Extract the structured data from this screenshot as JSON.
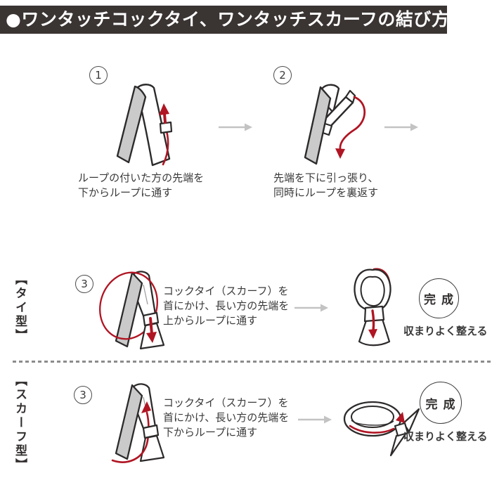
{
  "header": {
    "title": "●ワンタッチコックタイ、ワンタッチスカーフの結び方"
  },
  "colors": {
    "header_bg": "#3a3433",
    "outline": "#2d2a2a",
    "shade_gray": "#cacaca",
    "accent_red": "#b01523",
    "arrow_gray": "#c3c3c3",
    "text": "#3a3a3a"
  },
  "steps": [
    {
      "number": "1",
      "caption_lines": [
        "ループの付いた方の先端を",
        "下からループに通す"
      ]
    },
    {
      "number": "2",
      "caption_lines": [
        "先端を下に引っ張り、",
        "同時にループを裏返す"
      ]
    }
  ],
  "rows": [
    {
      "label": "【タイ型】",
      "step_number": "3",
      "caption_lines": [
        "コックタイ（スカーフ）を",
        "首にかけ、長い方の先端を",
        "上からループに通す"
      ],
      "complete_label": "完 成",
      "complete_note": "収まりよく整える"
    },
    {
      "label": "【スカーフ型】",
      "step_number": "3",
      "caption_lines": [
        "コックタイ（スカーフ）を",
        "首にかけ、長い方の先端を",
        "下からループに通す"
      ],
      "complete_label": "完 成",
      "complete_note": "収まりよく整える"
    }
  ]
}
